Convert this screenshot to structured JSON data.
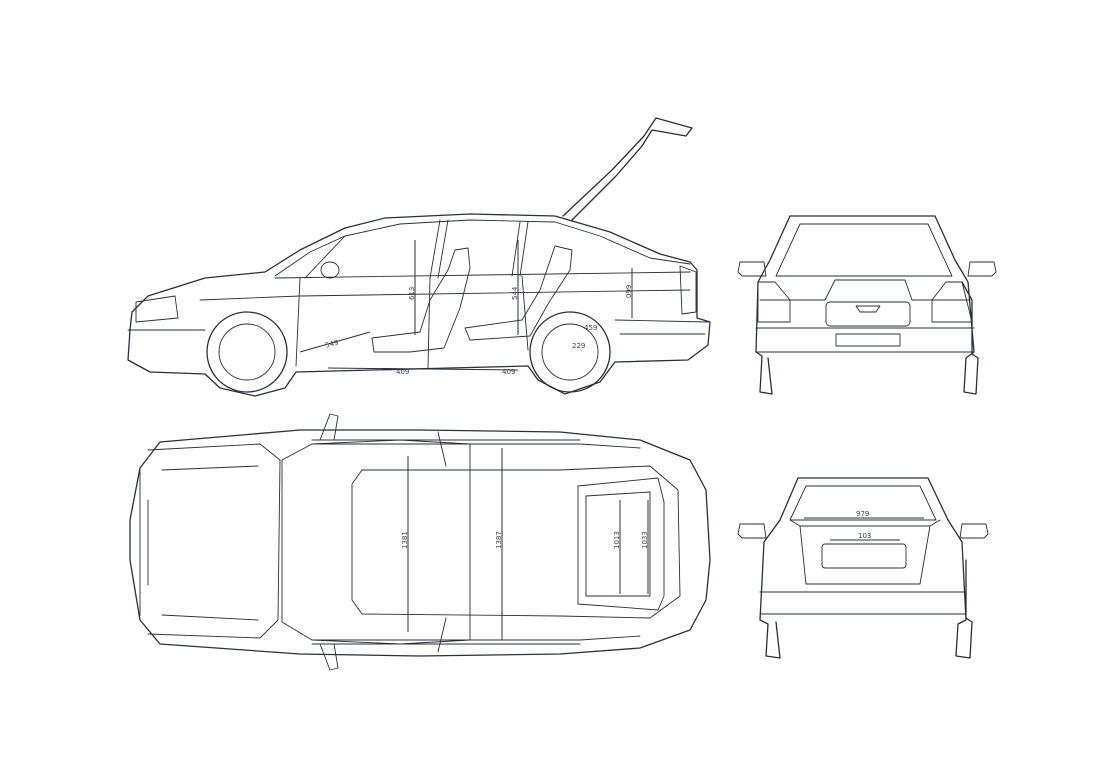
{
  "colors": {
    "stroke": "#2a2f3a",
    "label": "#3c4150",
    "background": "#ffffff"
  },
  "views": {
    "side": {
      "labels": {
        "b_pillar": "613",
        "c_pillar": "544",
        "boot": "099",
        "floor_front": "549",
        "rear_wheel": "459",
        "rear_arch": "229",
        "sill_front": "409",
        "sill_rear": "409"
      }
    },
    "top": {
      "labels": {
        "front_row": "1381",
        "rear_row": "1387",
        "boot_inner": "1013",
        "boot_outer": "1033"
      }
    },
    "rear_open": {
      "labels": {
        "opening_width": "979",
        "sill_width": "103"
      }
    }
  }
}
